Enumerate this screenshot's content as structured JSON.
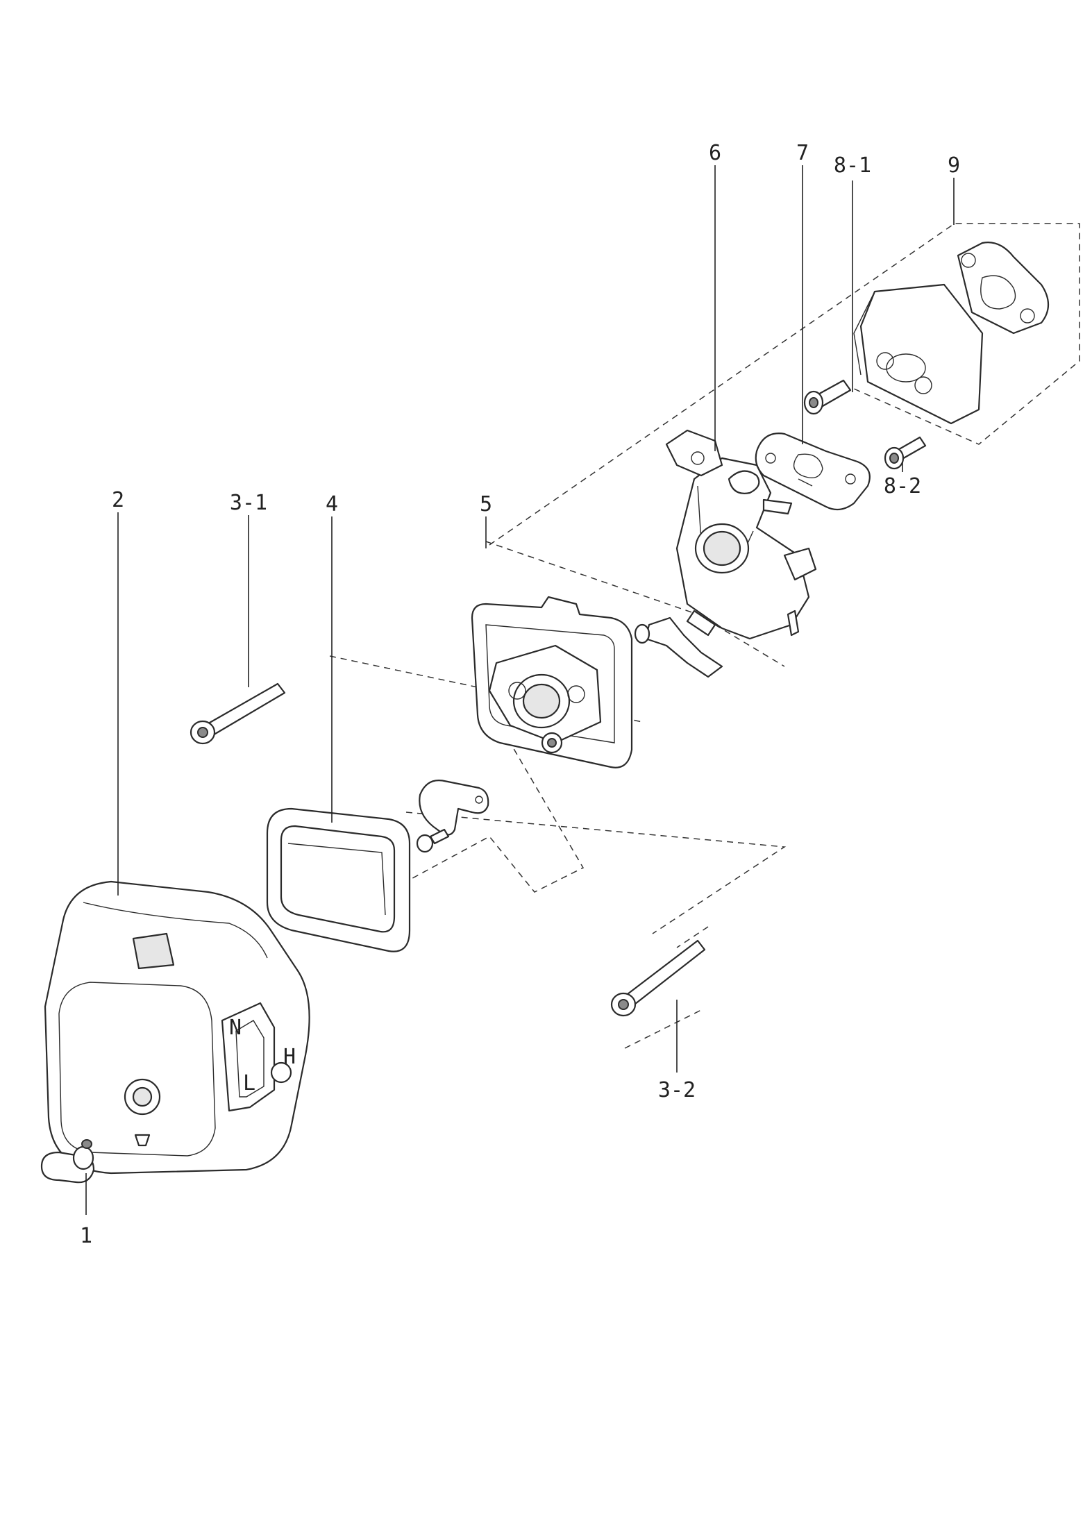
{
  "callouts": [
    {
      "id": "1",
      "label": "1"
    },
    {
      "id": "2",
      "label": "2"
    },
    {
      "id": "3-1",
      "label": "3-1"
    },
    {
      "id": "3-2",
      "label": "3-2"
    },
    {
      "id": "4",
      "label": "4"
    },
    {
      "id": "5",
      "label": "5"
    },
    {
      "id": "6",
      "label": "6"
    },
    {
      "id": "7",
      "label": "7"
    },
    {
      "id": "8-1",
      "label": "8-1"
    },
    {
      "id": "8-2",
      "label": "8-2"
    },
    {
      "id": "9",
      "label": "9"
    }
  ],
  "cover_markings": {
    "choke_letter": "H",
    "n_letter": "N",
    "l_letter": "L"
  }
}
